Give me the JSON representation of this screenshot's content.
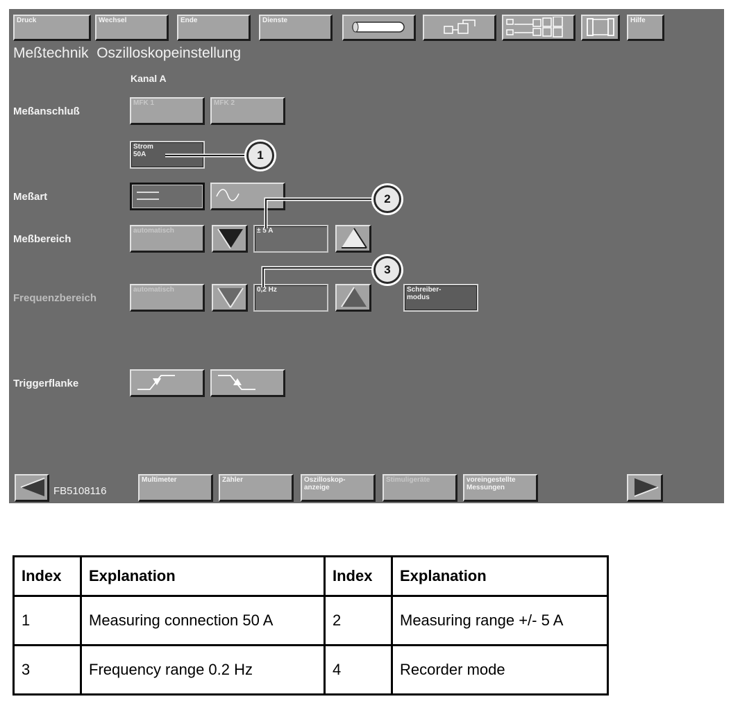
{
  "toolbar": {
    "druck": "Druck",
    "wechsel": "Wechsel",
    "ende": "Ende",
    "dienste": "Dienste",
    "hilfe": "Hilfe"
  },
  "page": {
    "title_main": "Meßtechnik",
    "title_sub": "Oszilloskopeinstellung",
    "channel": "Kanal A"
  },
  "rows": {
    "messanschluss": "Meßanschluß",
    "messart": "Meßart",
    "messbereich": "Meßbereich",
    "frequenzbereich": "Frequenzbereich",
    "triggerflanke": "Triggerflanke"
  },
  "buttons": {
    "mfk1": "MFK 1",
    "mfk2": "MFK 2",
    "strom_line1": "Strom",
    "strom_line2": "50A",
    "auto_range": "automatisch",
    "auto_freq": "automatisch",
    "range_value": "± 5 A",
    "freq_value": "0,2 Hz",
    "schreiber_line1": "Schreiber-",
    "schreiber_line2": "modus"
  },
  "callouts": [
    "1",
    "2",
    "3"
  ],
  "bottom": {
    "code": "FB5108116",
    "multimeter": "Multimeter",
    "zaehler": "Zähler",
    "oszi_line1": "Oszilloskop-",
    "oszi_line2": "anzeige",
    "stimuli": "Stimuligeräte",
    "vorein_line1": "voreingestellte",
    "vorein_line2": "Messungen"
  },
  "legend": {
    "headers": [
      "Index",
      "Explanation",
      "Index",
      "Explanation"
    ],
    "rows": [
      [
        "1",
        "Measuring connection 50 A",
        "2",
        "Measuring range +/- 5 A"
      ],
      [
        "3",
        "Frequency range 0.2 Hz",
        "4",
        "Recorder mode"
      ]
    ]
  },
  "icons": [
    "battery-icon",
    "module-icon",
    "component-chain-icon",
    "bracket-icon",
    "dc-icon",
    "ac-sine-icon",
    "arrow-down-icon",
    "arrow-up-icon",
    "trigger-rising-icon",
    "trigger-falling-icon",
    "arrow-left-icon",
    "arrow-right-icon"
  ]
}
